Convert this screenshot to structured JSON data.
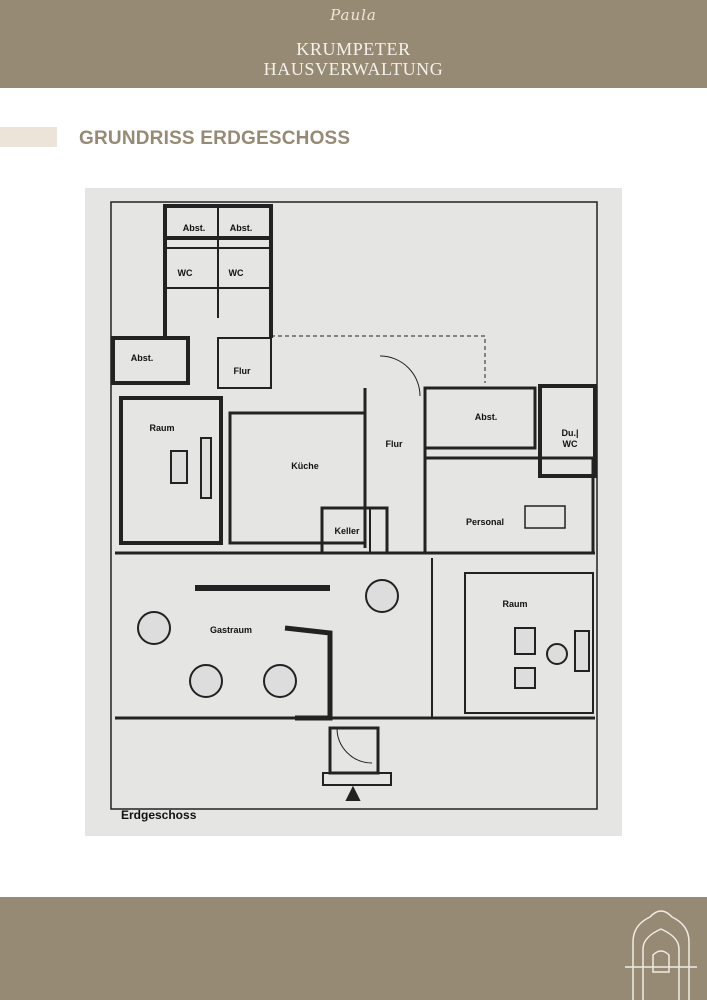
{
  "header": {
    "signature": "Paula",
    "brand_line1": "KRUMPETER",
    "brand_line2": "HAUSVERWALTUNG"
  },
  "page": {
    "title": "GRUNDRISS ERDGESCHOSS"
  },
  "floorplan": {
    "rooms": {
      "abst_1": "Abst.",
      "abst_2": "Abst.",
      "wc_1": "WC",
      "wc_2": "WC",
      "abst_3": "Abst.",
      "flur_1": "Flur",
      "raum_1": "Raum",
      "kueche": "Küche",
      "flur_2": "Flur",
      "abst_4": "Abst.",
      "du_wc_1": "Du.|",
      "du_wc_2": "WC",
      "personal": "Personal",
      "keller": "Keller",
      "gastraum": "Gastraum",
      "raum_2": "Raum"
    },
    "floor_label": "Erdgeschoss"
  },
  "colors": {
    "brand": "#978a75",
    "accent_bar": "#ece4d9",
    "plan_paper": "#e5e5e3"
  }
}
